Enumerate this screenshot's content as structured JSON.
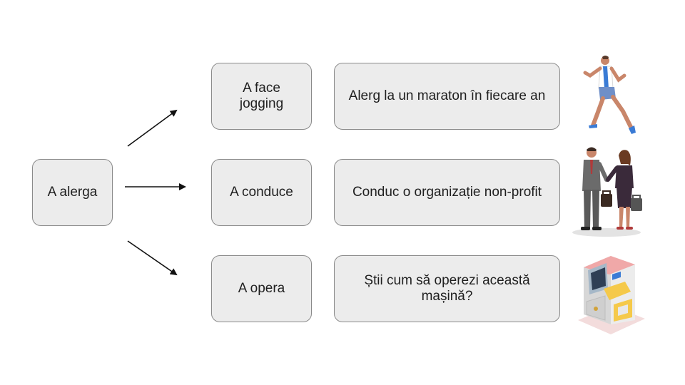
{
  "root": {
    "label": "A alerga"
  },
  "rows": [
    {
      "verb": "A face jogging",
      "sentence": "Alerg la un maraton în fiecare an",
      "illustration": "runner-illustration"
    },
    {
      "verb": "A conduce",
      "sentence": "Conduc o organizație non-profit",
      "illustration": "business-people-illustration"
    },
    {
      "verb": "A opera",
      "sentence": "Știi cum să operezi această mașină?",
      "illustration": "machine-illustration"
    }
  ],
  "colors": {
    "box_fill": "#ececec",
    "box_border": "#8a8a8a",
    "arrow": "#111111"
  }
}
